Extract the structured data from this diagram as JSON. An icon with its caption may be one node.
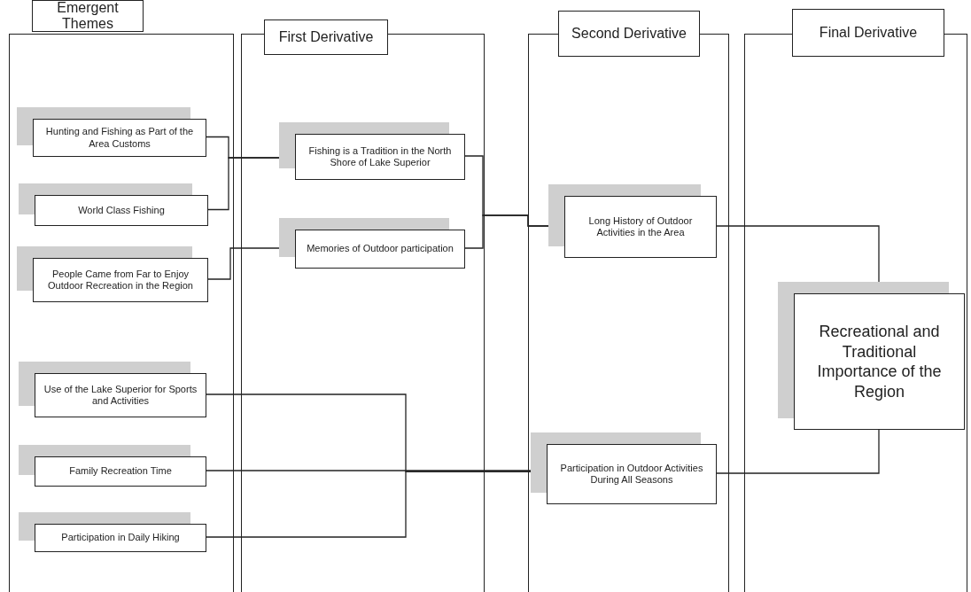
{
  "diagram": {
    "nodes": [
      {
        "text": [],
        "shape": "box"
      },
      {
        "text": [],
        "shape": "box"
      },
      {
        "text": [],
        "shape": "box"
      },
      {
        "text": [],
        "shape": "box"
      },
      {
        "text": [
          "Emergent Themes"
        ]
      },
      {
        "text": [
          "First Derivative"
        ]
      },
      {
        "text": [
          "Second Derivative"
        ]
      },
      {
        "text": [
          "Final Derivative"
        ]
      },
      {
        "text": [
          "Hunting and Fishing as Part of the Area Customs"
        ],
        "in": 0
      },
      {
        "text": [
          "World Class Fishing"
        ],
        "in": 0
      },
      {
        "text": [
          "People Came from Far to Enjoy Outdoor Recreation in the Region"
        ],
        "in": 0
      },
      {
        "text": [
          "Use of the Lake Superior for Sports and Activities"
        ],
        "in": 0
      },
      {
        "text": [
          "Family Recreation Time"
        ],
        "in": 0
      },
      {
        "text": [
          "Participation in Daily Hiking"
        ],
        "in": 0
      },
      {
        "text": [
          "Fishing is a Tradition in the North Shore of Lake Superior"
        ],
        "in": 1
      },
      {
        "text": [
          "Memories of Outdoor participation"
        ],
        "in": 1
      },
      {
        "text": [
          "Long History of Outdoor Activities in the Area"
        ],
        "in": 2
      },
      {
        "text": [
          "Participation in Outdoor Activities During All Seasons"
        ],
        "in": 2
      },
      {
        "text": [
          "Recreational and Traditional Importance of the Region"
        ],
        "in": 3
      }
    ],
    "edges": [
      {
        "from": 8,
        "to": 14,
        "arrow": "none"
      },
      {
        "from": 9,
        "to": 14,
        "arrow": "none"
      },
      {
        "from": 10,
        "to": 15,
        "arrow": "none"
      },
      {
        "from": 14,
        "to": 16,
        "arrow": "none"
      },
      {
        "from": 15,
        "to": 16,
        "arrow": "none"
      },
      {
        "from": 16,
        "to": 18,
        "arrow": "none"
      },
      {
        "from": 11,
        "to": 17,
        "arrow": "none"
      },
      {
        "from": 12,
        "to": 17,
        "arrow": "none"
      },
      {
        "from": 13,
        "to": 17,
        "arrow": "none"
      },
      {
        "from": 17,
        "to": 18,
        "arrow": "none"
      }
    ]
  }
}
